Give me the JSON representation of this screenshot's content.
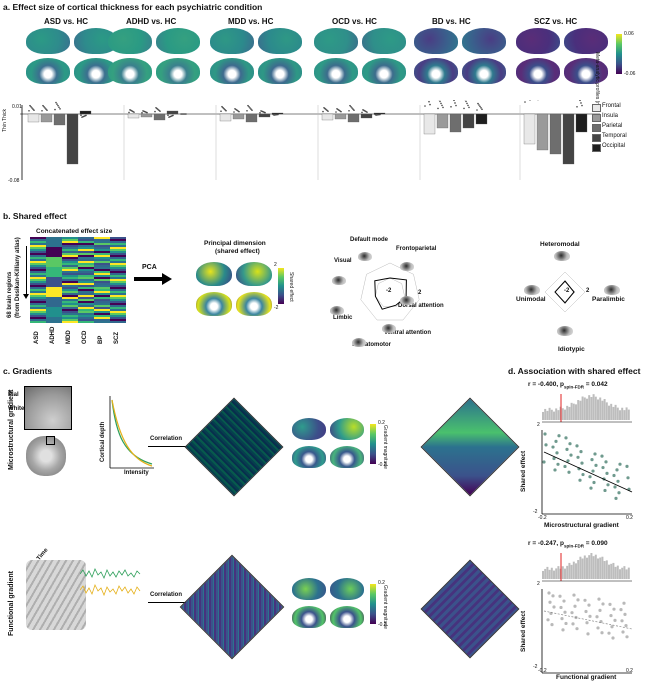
{
  "panel_a": {
    "title": "a. Effect size of cortical thickness for each psychiatric condition",
    "conditions": [
      "ASD vs. HC",
      "ADHD vs. HC",
      "MDD vs. HC",
      "OCD vs. HC",
      "BD vs. HC",
      "SCZ vs. HC"
    ],
    "colorbar": {
      "label": "Meta-analytic profiles (mm)",
      "max": "0.06",
      "min": "-0.06"
    },
    "y_axis": {
      "label": "Thin  Thick",
      "top": "0.01",
      "bottom": "-0.08"
    },
    "legend": [
      "Frontal",
      "Insula",
      "Parietal",
      "Temporal",
      "Occipital"
    ],
    "colors": {
      "frontal": "#e8e8e8",
      "insula": "#9a9a9a",
      "parietal": "#6e6e6e",
      "temporal": "#444444",
      "occipital": "#1e1e1e"
    }
  },
  "panel_b": {
    "title": "b. Shared effect",
    "matrix_title": "Concatenated effect size",
    "matrix_ylabel": "68 brain regions",
    "matrix_ylabel2": "(from Desikan-Killiany atlas)",
    "matrix_columns": [
      "ASD",
      "ADHD",
      "MDD",
      "OCD",
      "BP",
      "SCZ"
    ],
    "pca_label": "PCA",
    "principal_title": "Principal dimension",
    "principal_subtitle": "(shared effect)",
    "colorbar": {
      "label": "Shared effect",
      "max": "2",
      "min": "-2"
    },
    "network_labels": [
      "Default mode",
      "Frontoparietal",
      "Visual",
      "Dorsal attention",
      "Limbic",
      "Ventral attention",
      "Somatomotor"
    ],
    "network_ticks": {
      "inner": "-2",
      "outer": "2"
    },
    "hierarchy_labels": [
      "Heteromodal",
      "Unimodal",
      "Paralimbic",
      "Idiotypic"
    ],
    "hierarchy_ticks": {
      "inner": "-2",
      "outer": "2"
    }
  },
  "panel_c": {
    "title": "c. Gradients",
    "micro_label": "Microstructural gradient",
    "pial": "Pial",
    "white": "White",
    "depth_label": "Cortical depth",
    "intensity_label": "Intensity",
    "correlation": "Correlation",
    "func_label": "Functional gradient",
    "time_label": "Time",
    "colorbar": {
      "label": "Gradient magnitude",
      "max": "0.2",
      "min": "-0.2"
    }
  },
  "panel_d": {
    "title": "d. Association with shared effect",
    "micro": {
      "stat_prefix": "r = -0.400, p",
      "stat_sub": "spin-FDR",
      "stat_suffix": " = 0.042",
      "ylabel": "Shared effect",
      "xlabel": "Microstructural gradient",
      "ytop": "2",
      "ybottom": "-2",
      "xleft": "-0.2",
      "xright": "0.2"
    },
    "func": {
      "stat_prefix": "r = -0.247, p",
      "stat_sub": "spin-FDR",
      "stat_suffix": " = 0.090",
      "ylabel": "Shared effect",
      "xlabel": "Functional gradient",
      "ytop": "2",
      "ybottom": "-2",
      "xleft": "-0.2",
      "xright": "0.2"
    }
  }
}
